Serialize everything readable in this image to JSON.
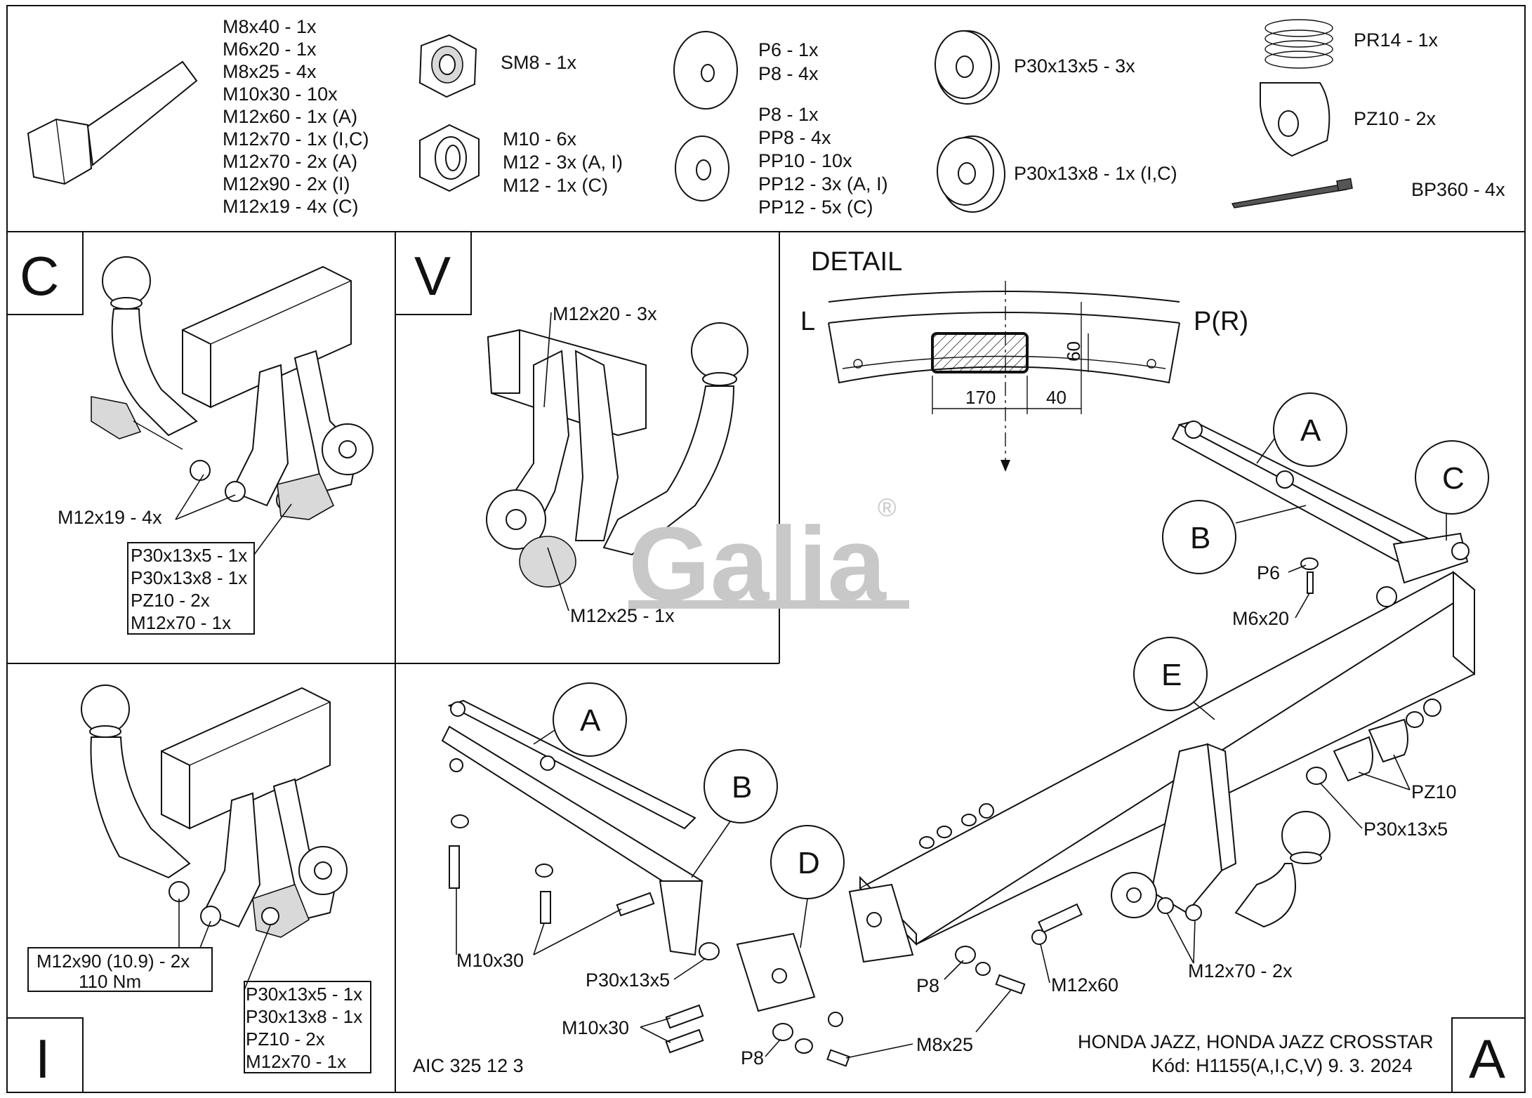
{
  "parts_list": {
    "bolts": [
      "M8x40 - 1x",
      "M6x20 - 1x",
      "M8x25 - 4x",
      "M10x30 - 10x",
      "M12x60 - 1x (A)",
      "M12x70 - 1x (I,C)",
      "M12x70 - 2x (A)",
      "M12x90 - 2x (I)",
      "M12x19 - 4x (C)"
    ],
    "self_locking_nut": "SM8 - 1x",
    "nuts": [
      "M10 - 6x",
      "M12 - 3x (A, I)",
      "M12 - 1x (C)"
    ],
    "large_washers": [
      "P6 - 1x",
      "P8 - 4x"
    ],
    "washers": [
      "P8 - 1x",
      "PP8 - 4x",
      "PP10 - 10x",
      "PP12 - 3x (A, I)",
      "PP12 - 5x (C)"
    ],
    "spacer_5": "P30x13x5 - 3x",
    "spacer_8": "P30x13x8 - 1x (I,C)",
    "spring": "PR14 - 1x",
    "plate": "PZ10 - 2x",
    "cable_tie": "BP360 - 4x"
  },
  "view_c": {
    "letter": "C",
    "bolt_label": "M12x19 - 4x",
    "box_items": [
      "P30x13x5 - 1x",
      "P30x13x8 - 1x",
      "PZ10 - 2x",
      "M12x70 - 1x"
    ]
  },
  "view_v": {
    "letter": "V",
    "top_label": "M12x20 - 3x",
    "bottom_label": "M12x25 - 1x"
  },
  "view_i": {
    "letter": "I",
    "torque_lines": [
      "M12x90 (10.9) - 2x",
      "110 Nm"
    ],
    "box_items": [
      "P30x13x5 - 1x",
      "P30x13x8 - 1x",
      "PZ10 - 2x",
      "M12x70 - 1x"
    ]
  },
  "detail": {
    "title": "DETAIL",
    "left": "L",
    "right": "P(R)",
    "dim_height": "60",
    "dim_170": "170",
    "dim_40": "40"
  },
  "main": {
    "letter": "A",
    "callouts": {
      "a": "A",
      "b": "B",
      "c": "C",
      "d": "D",
      "e": "E"
    },
    "labels": {
      "p6": "P6",
      "m6x20": "M6x20",
      "m10x30_a": "M10x30",
      "p30x13x5_a": "P30x13x5",
      "m10x30_b": "M10x30",
      "p8_a": "P8",
      "m8x25": "M8x25",
      "p8_b": "P8",
      "m12x60": "M12x60",
      "m12x70": "M12x70 - 2x",
      "pz10": "PZ10",
      "p30x13x5_b": "P30x13x5"
    },
    "brand": "Galia",
    "brand_mark": "®"
  },
  "footer": {
    "drawing_no": "AIC 325 12 3",
    "vehicle": "HONDA JAZZ, HONDA JAZZ CROSSTAR",
    "code": "Kód: H1155(A,I,C,V)  9. 3. 2024"
  }
}
